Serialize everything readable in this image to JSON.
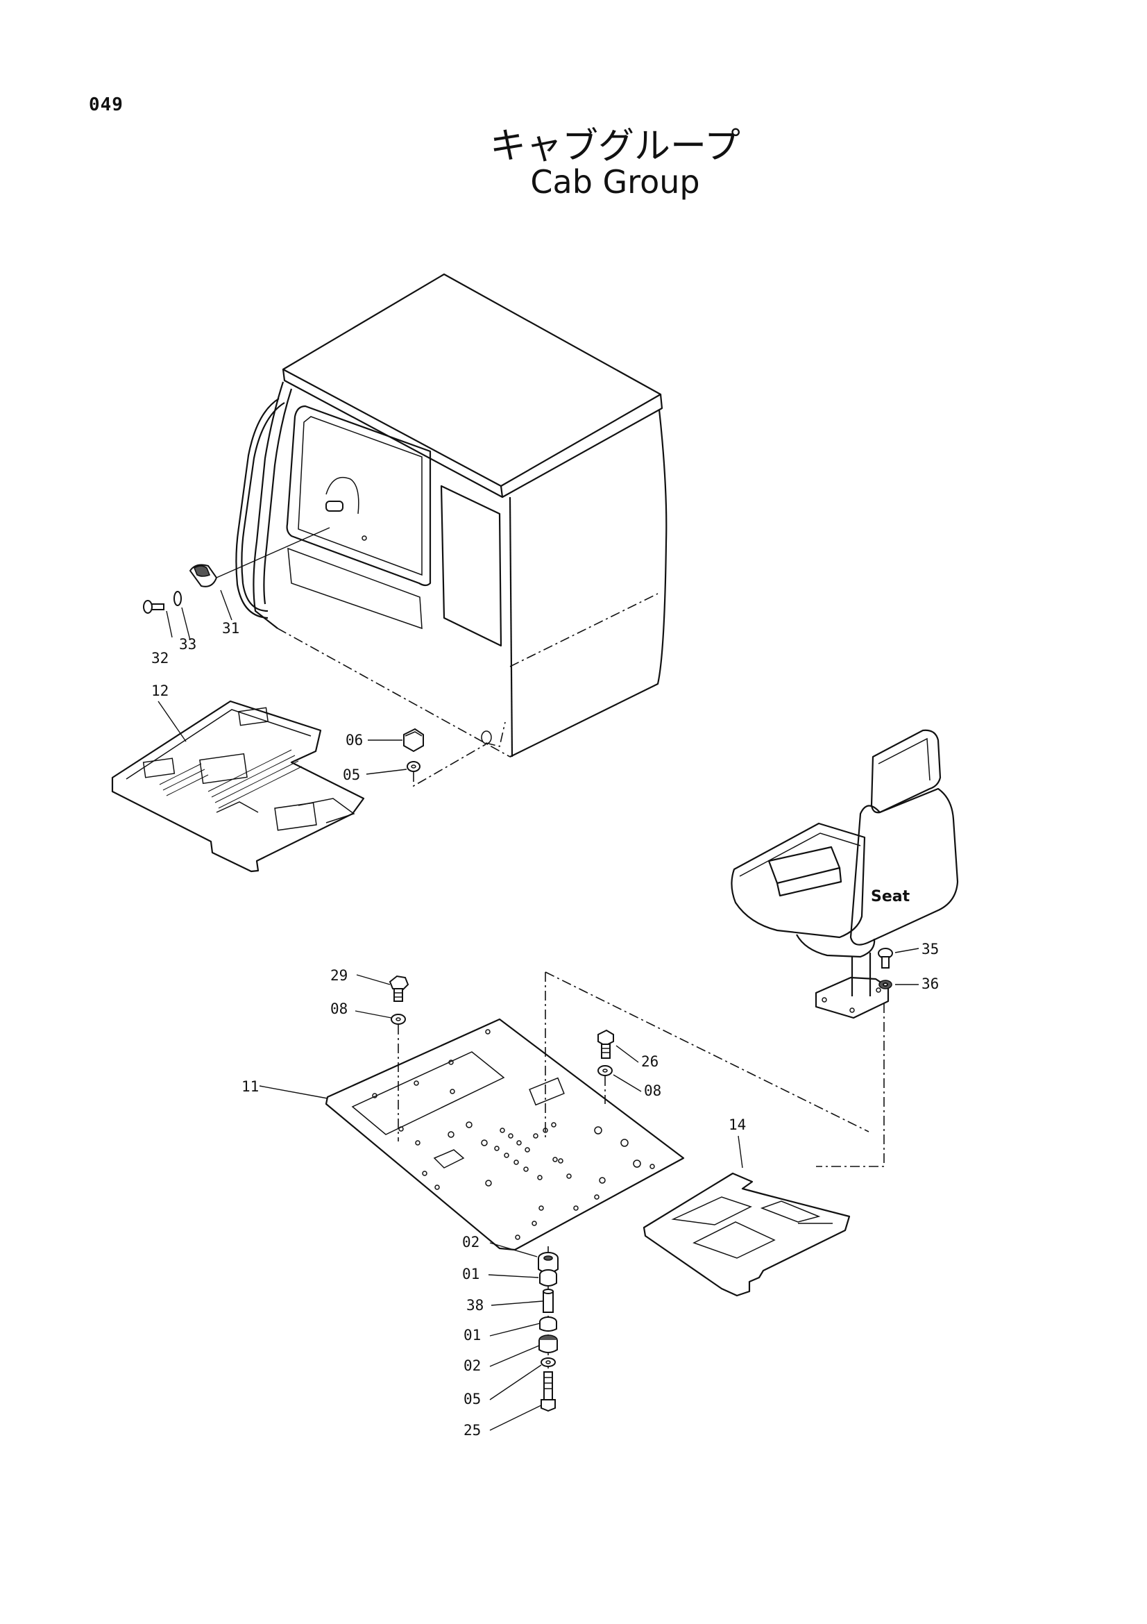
{
  "page_number": "049",
  "title_jp": "キャブグループ",
  "title_en": "Cab Group",
  "seat_label": "Seat",
  "labels": {
    "l31": "31",
    "l32": "32",
    "l33": "33",
    "l12": "12",
    "l06": "06",
    "l05a": "05",
    "l29": "29",
    "l08a": "08",
    "l11": "11",
    "l26": "26",
    "l08b": "08",
    "l14": "14",
    "l35": "35",
    "l36": "36",
    "l02a": "02",
    "l01a": "01",
    "l38": "38",
    "l01b": "01",
    "l02b": "02",
    "l05b": "05",
    "l25": "25"
  }
}
